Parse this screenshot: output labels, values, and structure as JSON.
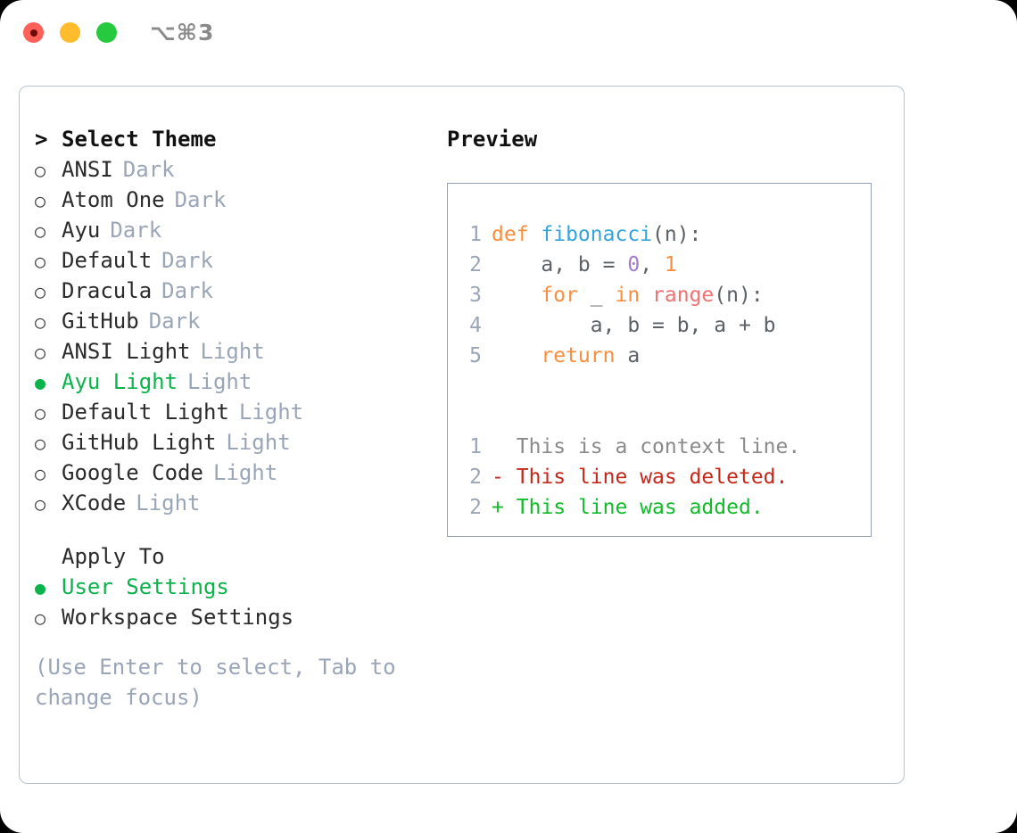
{
  "titlebar": {
    "shortcut": "⌥⌘3",
    "lights": [
      {
        "name": "close-button",
        "color": "#ff6058",
        "recording": true
      },
      {
        "name": "minimize-button",
        "color": "#ffbd2e",
        "recording": false
      },
      {
        "name": "maximize-button",
        "color": "#27c93f",
        "recording": false
      }
    ]
  },
  "theme_list": {
    "header_marker": ">",
    "header": "Select Theme",
    "items": [
      {
        "marker": "○",
        "label": "ANSI",
        "tag": "Dark",
        "selected": false
      },
      {
        "marker": "○",
        "label": "Atom One",
        "tag": "Dark",
        "selected": false
      },
      {
        "marker": "○",
        "label": "Ayu",
        "tag": "Dark",
        "selected": false
      },
      {
        "marker": "○",
        "label": "Default",
        "tag": "Dark",
        "selected": false
      },
      {
        "marker": "○",
        "label": "Dracula",
        "tag": "Dark",
        "selected": false
      },
      {
        "marker": "○",
        "label": "GitHub",
        "tag": "Dark",
        "selected": false
      },
      {
        "marker": "○",
        "label": "ANSI Light",
        "tag": "Light",
        "selected": false
      },
      {
        "marker": "●",
        "label": "Ayu Light",
        "tag": "Light",
        "selected": true
      },
      {
        "marker": "○",
        "label": "Default Light",
        "tag": "Light",
        "selected": false
      },
      {
        "marker": "○",
        "label": "GitHub Light",
        "tag": "Light",
        "selected": false
      },
      {
        "marker": "○",
        "label": "Google Code",
        "tag": "Light",
        "selected": false
      },
      {
        "marker": "○",
        "label": "XCode",
        "tag": "Light",
        "selected": false
      }
    ]
  },
  "apply_to": {
    "header": "Apply To",
    "items": [
      {
        "marker": "●",
        "label": "User Settings",
        "selected": true
      },
      {
        "marker": "○",
        "label": "Workspace Settings",
        "selected": false
      }
    ]
  },
  "hint": "(Use Enter to select, Tab to change focus)",
  "preview": {
    "title": "Preview",
    "code_lines": [
      {
        "lineno": "1",
        "tokens": [
          {
            "text": "def ",
            "type": "kw"
          },
          {
            "text": "fibonacci",
            "type": "fn"
          },
          {
            "text": "(n):",
            "type": "plain"
          }
        ]
      },
      {
        "lineno": "2",
        "tokens": [
          {
            "text": "    a, b = ",
            "type": "plain"
          },
          {
            "text": "0",
            "type": "num"
          },
          {
            "text": ", ",
            "type": "plain"
          },
          {
            "text": "1",
            "type": "kw"
          }
        ]
      },
      {
        "lineno": "3",
        "tokens": [
          {
            "text": "    ",
            "type": "plain"
          },
          {
            "text": "for",
            "type": "kw"
          },
          {
            "text": " _ ",
            "type": "plain"
          },
          {
            "text": "in",
            "type": "kw"
          },
          {
            "text": " ",
            "type": "plain"
          },
          {
            "text": "range",
            "type": "call"
          },
          {
            "text": "(n):",
            "type": "plain"
          }
        ]
      },
      {
        "lineno": "4",
        "tokens": [
          {
            "text": "        a, b = b, a + b",
            "type": "plain"
          }
        ]
      },
      {
        "lineno": "5",
        "tokens": [
          {
            "text": "    ",
            "type": "plain"
          },
          {
            "text": "return",
            "type": "kw"
          },
          {
            "text": " a",
            "type": "plain"
          }
        ]
      }
    ],
    "diff_lines": [
      {
        "lineno": "1",
        "sign": " ",
        "text": "This is a context line.",
        "type": "ctx"
      },
      {
        "lineno": "2",
        "sign": "-",
        "text": "This line was deleted.",
        "type": "del"
      },
      {
        "lineno": "2",
        "sign": "+",
        "text": "This line was added.",
        "type": "add"
      }
    ]
  },
  "colors": {
    "accent_green": "#0ab44a",
    "muted_tag": "#9aa5b8",
    "keyword": "#fa8d3e",
    "function": "#36a3d9",
    "number": "#a37acc",
    "call": "#f07171",
    "diff_add": "#12bb2a",
    "diff_del": "#c4271a",
    "border": "#96a0b4"
  }
}
